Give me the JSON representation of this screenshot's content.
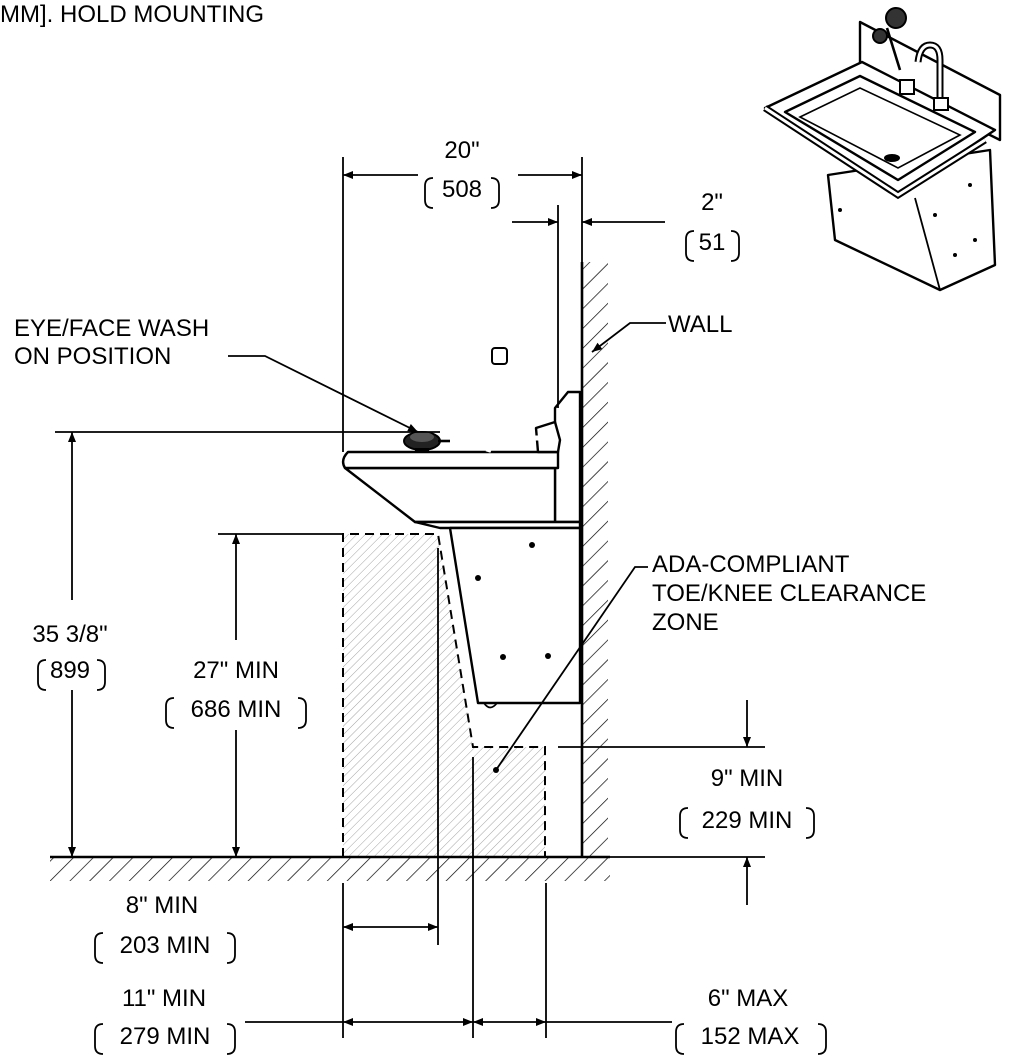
{
  "header_fragment": "MM]. HOLD MOUNTING",
  "dimensions": {
    "overall_width": {
      "imperial": "20\"",
      "metric": "508"
    },
    "wall_offset": {
      "imperial": "2\"",
      "metric": "51"
    },
    "overall_height": {
      "imperial": "35 3/8\"",
      "metric": "899"
    },
    "knee_height": {
      "imperial": "27\" MIN",
      "metric": "686 MIN"
    },
    "toe_height": {
      "imperial": "9\" MIN",
      "metric": "229 MIN"
    },
    "knee_depth": {
      "imperial": "8\" MIN",
      "metric": "203 MIN"
    },
    "toe_depth_total": {
      "imperial": "11\" MIN",
      "metric": "279 MIN"
    },
    "toe_depth_max": {
      "imperial": "6\" MAX",
      "metric": "152 MAX"
    }
  },
  "callouts": {
    "eyewash_line1": "EYE/FACE WASH",
    "eyewash_line2": "ON POSITION",
    "wall": "WALL",
    "zone_line1": "ADA-COMPLIANT",
    "zone_line2": "TOE/KNEE CLEARANCE",
    "zone_line3": "ZONE"
  }
}
